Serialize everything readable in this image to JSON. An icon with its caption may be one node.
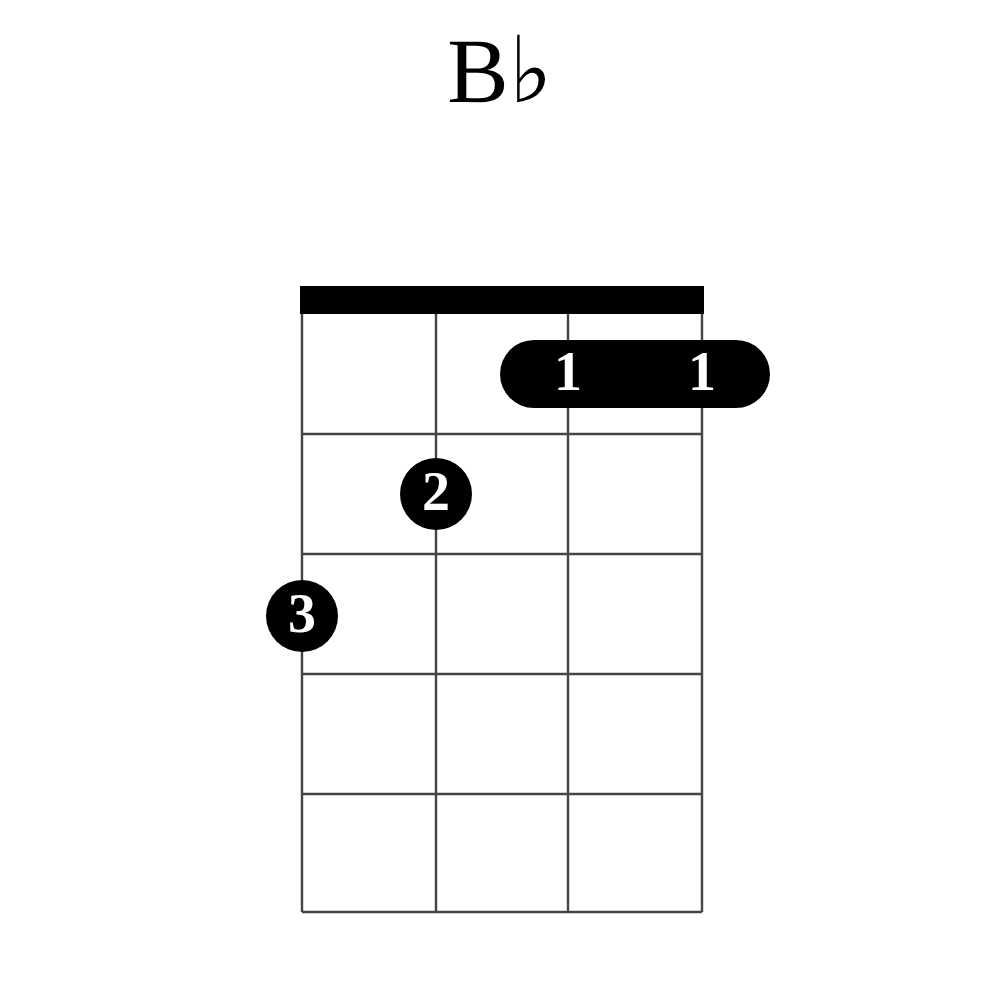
{
  "diagram": {
    "title": "B♭",
    "nodes": [
      {
        "text": [
          "1",
          "1"
        ]
      },
      {
        "text": [
          "2"
        ]
      },
      {
        "text": [
          "3"
        ]
      }
    ]
  }
}
